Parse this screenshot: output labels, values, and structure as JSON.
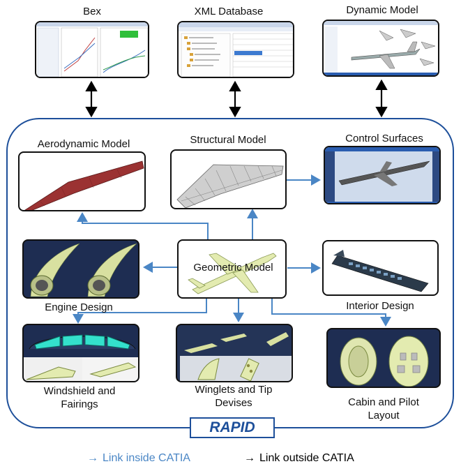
{
  "external_tools": {
    "bex": "Bex",
    "xml_database": "XML Database",
    "dynamic_model": "Dynamic Model"
  },
  "modules": {
    "aerodynamic_model": "Aerodynamic Model",
    "structural_model": "Structural Model",
    "control_surfaces": "Control Surfaces",
    "geometric_model": "Geometric Model",
    "engine_design": "Engine Design",
    "interior_design": "Interior Design",
    "windshield_line1": "Windshield and",
    "windshield_line2": "Fairings",
    "winglets_line1": "Winglets and Tip",
    "winglets_line2": "Devises",
    "cabin_line1": "Cabin and Pilot",
    "cabin_line2": "Layout"
  },
  "container_label": "RAPID",
  "legend": {
    "inside": "Link inside CATIA",
    "outside": "Link outside CATIA"
  },
  "colors": {
    "inside_link": "#4a86c5",
    "outside_link": "#000000",
    "rapid_border": "#1d4f9a",
    "airplane": "#e3ebb0"
  }
}
